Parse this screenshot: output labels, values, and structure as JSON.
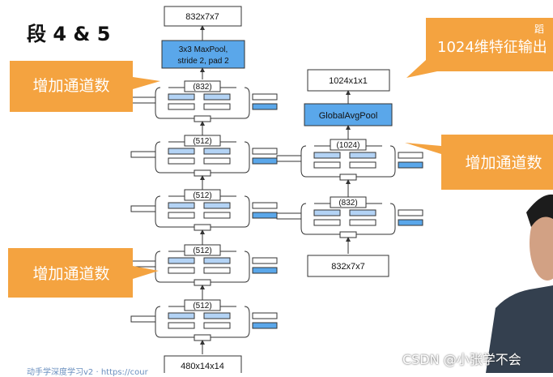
{
  "title": "段 4 & 5",
  "left_column": {
    "top_output": "832x7x7",
    "maxpool_line1": "3x3 MaxPool,",
    "maxpool_line2": "stride 2, pad 2",
    "inception_labels": [
      "(832)",
      "(512)",
      "(512)",
      "(512)",
      "(512)"
    ],
    "input": "480x14x14"
  },
  "right_column": {
    "output": "1024x1x1",
    "pool": "GlobalAvgPool",
    "inception_labels": [
      "(1024)",
      "(832)"
    ],
    "input": "832x7x7"
  },
  "callouts": {
    "left_top": "增加通道数",
    "left_bottom": "增加通道数",
    "right_middle": "增加通道数",
    "right_top_small": "蹈",
    "right_top": "1024维特征输出"
  },
  "footer_text": "动手学深度学习v2 · https://cour",
  "watermark": "CSDN @小张学不会",
  "colors": {
    "orange": "#f4a340",
    "light_blue": "#b3d3f5",
    "mid_blue": "#5aa7ea",
    "line": "#333333"
  }
}
